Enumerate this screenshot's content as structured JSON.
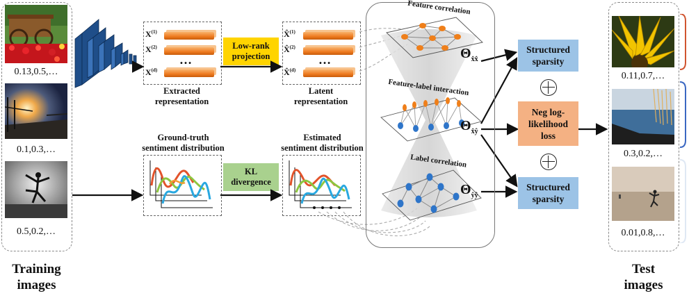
{
  "left": {
    "values": [
      "0.13,0.5,…",
      "0.1,0.3,…",
      "0.5,0.2,…"
    ],
    "title_line1": "Training",
    "title_line2": "images"
  },
  "right": {
    "values": [
      "0.11,0.7,…",
      "0.3,0.2,…",
      "0.01,0.8,…"
    ],
    "title_line1": "Test",
    "title_line2": "images"
  },
  "extracted": {
    "rows": [
      "X",
      "X",
      "X"
    ],
    "sups": [
      "(1)",
      "(2)",
      "(d)"
    ],
    "ellipsis": "…",
    "caption_line1": "Extracted",
    "caption_line2": "representation"
  },
  "latent": {
    "rows": [
      "X̂",
      "X̂",
      "X̂"
    ],
    "sups": [
      "(1)",
      "(2)",
      "(d)"
    ],
    "ellipsis": "…",
    "caption_line1": "Latent",
    "caption_line2": "representation"
  },
  "ops": {
    "lowrank_line1": "Low-rank",
    "lowrank_line2": "projection",
    "kl_line1": "KL",
    "kl_line2": "divergence"
  },
  "ground_truth": {
    "line1": "Ground-truth",
    "line2": "sentiment distribution"
  },
  "estimated": {
    "line1": "Estimated",
    "line2": "sentiment distribution"
  },
  "graphs": {
    "feature": "Feature correlation",
    "feature_label": "Feature-label interaction",
    "label": "Label correlation"
  },
  "thetas": {
    "symbol": "Θ",
    "xx": "x̂x̂",
    "xy": "x̂ŷ",
    "yy": "ŷŷ"
  },
  "boxes": {
    "sparsity_top_line1": "Structured",
    "sparsity_top_line2": "sparsity",
    "loss_line1": "Neg log-",
    "loss_line2": "likelihood",
    "loss_line3": "loss",
    "sparsity_bottom_line1": "Structured",
    "sparsity_bottom_line2": "sparsity"
  },
  "colors": {
    "orange_node": "#ef7f1a",
    "blue_node": "#2e75c9",
    "blue_box": "#9cc3e6",
    "orange_box": "#f4b183",
    "yellow_op": "#ffd400",
    "green_op": "#a9d18e",
    "curve_red": "#e2532b",
    "curve_green": "#8dc63f",
    "curve_blue": "#29a8e0",
    "curve_orange": "#f39c34"
  }
}
